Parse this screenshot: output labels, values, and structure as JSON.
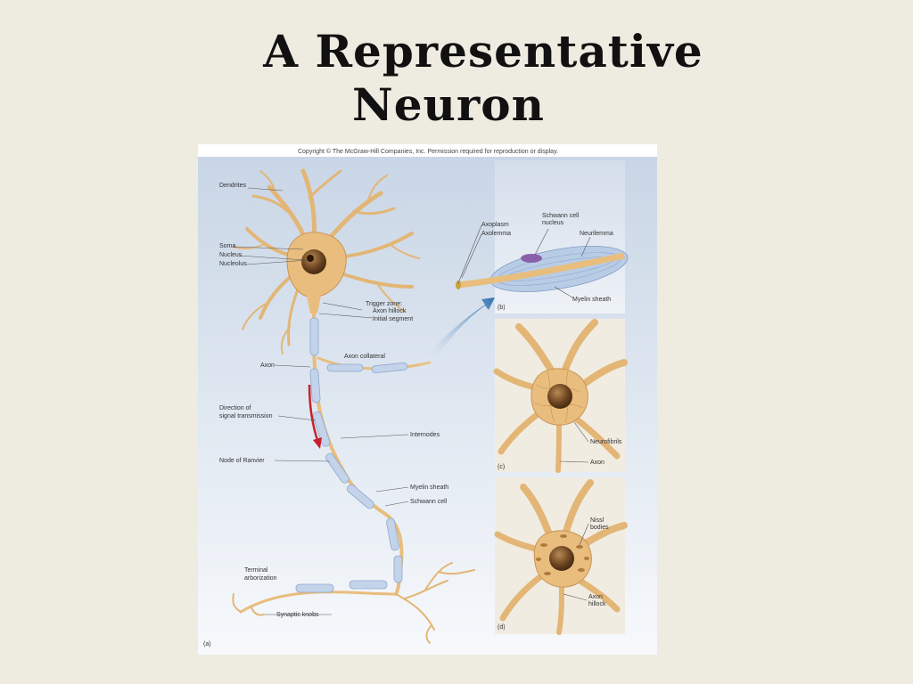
{
  "title": {
    "line1": "A Representative",
    "line2": "Neuron"
  },
  "figure": {
    "copyright": "Copyright © The McGraw-Hill Companies, Inc. Permission required for reproduction or display.",
    "panel_labels": {
      "a": "(a)",
      "b": "(b)",
      "c": "(c)",
      "d": "(d)"
    },
    "labels_a": {
      "dendrites": "Dendrites",
      "soma": "Soma",
      "nucleus": "Nucleus",
      "nucleolus": "Nucleolus",
      "trigger_zone": "Trigger zone:",
      "axon_hillock": "Axon hillock",
      "initial_segment": "Initial segment",
      "axon_collateral": "Axon collateral",
      "axon": "Axon",
      "direction_line1": "Direction of",
      "direction_line2": "signal transmission",
      "internodes": "Internodes",
      "node_of_ranvier": "Node of Ranvier",
      "myelin_sheath": "Myelin sheath",
      "schwann_cell": "Schwann cell",
      "terminal_line1": "Terminal",
      "terminal_line2": "arborization",
      "synaptic_knobs": "Synaptic knobs"
    },
    "labels_b": {
      "axoplasm": "Axoplasm",
      "axolemma": "Axolemma",
      "schwann_line1": "Schwann cell",
      "schwann_line2": "nucleus",
      "neurilemma": "Neurilemma",
      "myelin_sheath": "Myelin sheath"
    },
    "labels_c": {
      "neurofibrils": "Neurofibrils",
      "axon": "Axon"
    },
    "labels_d": {
      "nissl_line1": "Nissl",
      "nissl_line2": "bodies",
      "hillock_line1": "Axon",
      "hillock_line2": "hillock"
    }
  },
  "colors": {
    "background": "#eeebe0",
    "neuron": "#e8bd7e",
    "nucleus": "#6b4420",
    "myelin": "#b9cce6",
    "signal_arrow": "#c8202a",
    "panel_bg": "#dfe6f0"
  }
}
